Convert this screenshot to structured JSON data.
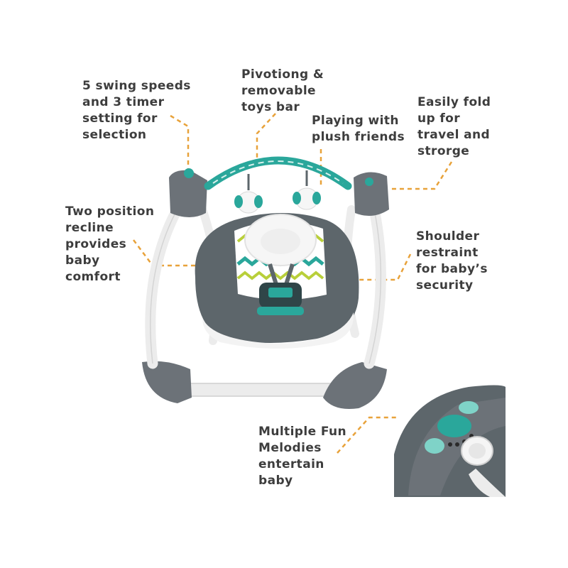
{
  "colors": {
    "background": "#ffffff",
    "text": "#3d3d3d",
    "leader_line": "#e8a23a",
    "frame_white": "#ececec",
    "frame_grey": "#6c7278",
    "seat_grey": "#5d666b",
    "accent_teal": "#2aa79b",
    "accent_lime": "#b9cf3a"
  },
  "callouts": {
    "swing_speeds": [
      "5 swing speeds",
      "and 3 timer",
      "setting for",
      "selection"
    ],
    "toys_bar": [
      "Pivotiong &",
      "removable",
      "toys bar"
    ],
    "plush_friends": [
      "Playing with",
      "plush friends"
    ],
    "fold": [
      "Easily fold",
      "up for",
      "travel and",
      "strorge"
    ],
    "recline": [
      "Two position",
      "recline",
      "provides",
      "baby",
      "comfort"
    ],
    "shoulder_restraint": [
      "Shoulder",
      "restraint",
      "for baby’s",
      "security"
    ],
    "melodies": [
      "Multiple Fun",
      "Melodies",
      "entertain",
      "baby"
    ]
  },
  "icons": {
    "swing": "baby-swing-illustration",
    "control_panel": "control-panel-closeup",
    "toy": "elephant-plush-toy-icon"
  }
}
